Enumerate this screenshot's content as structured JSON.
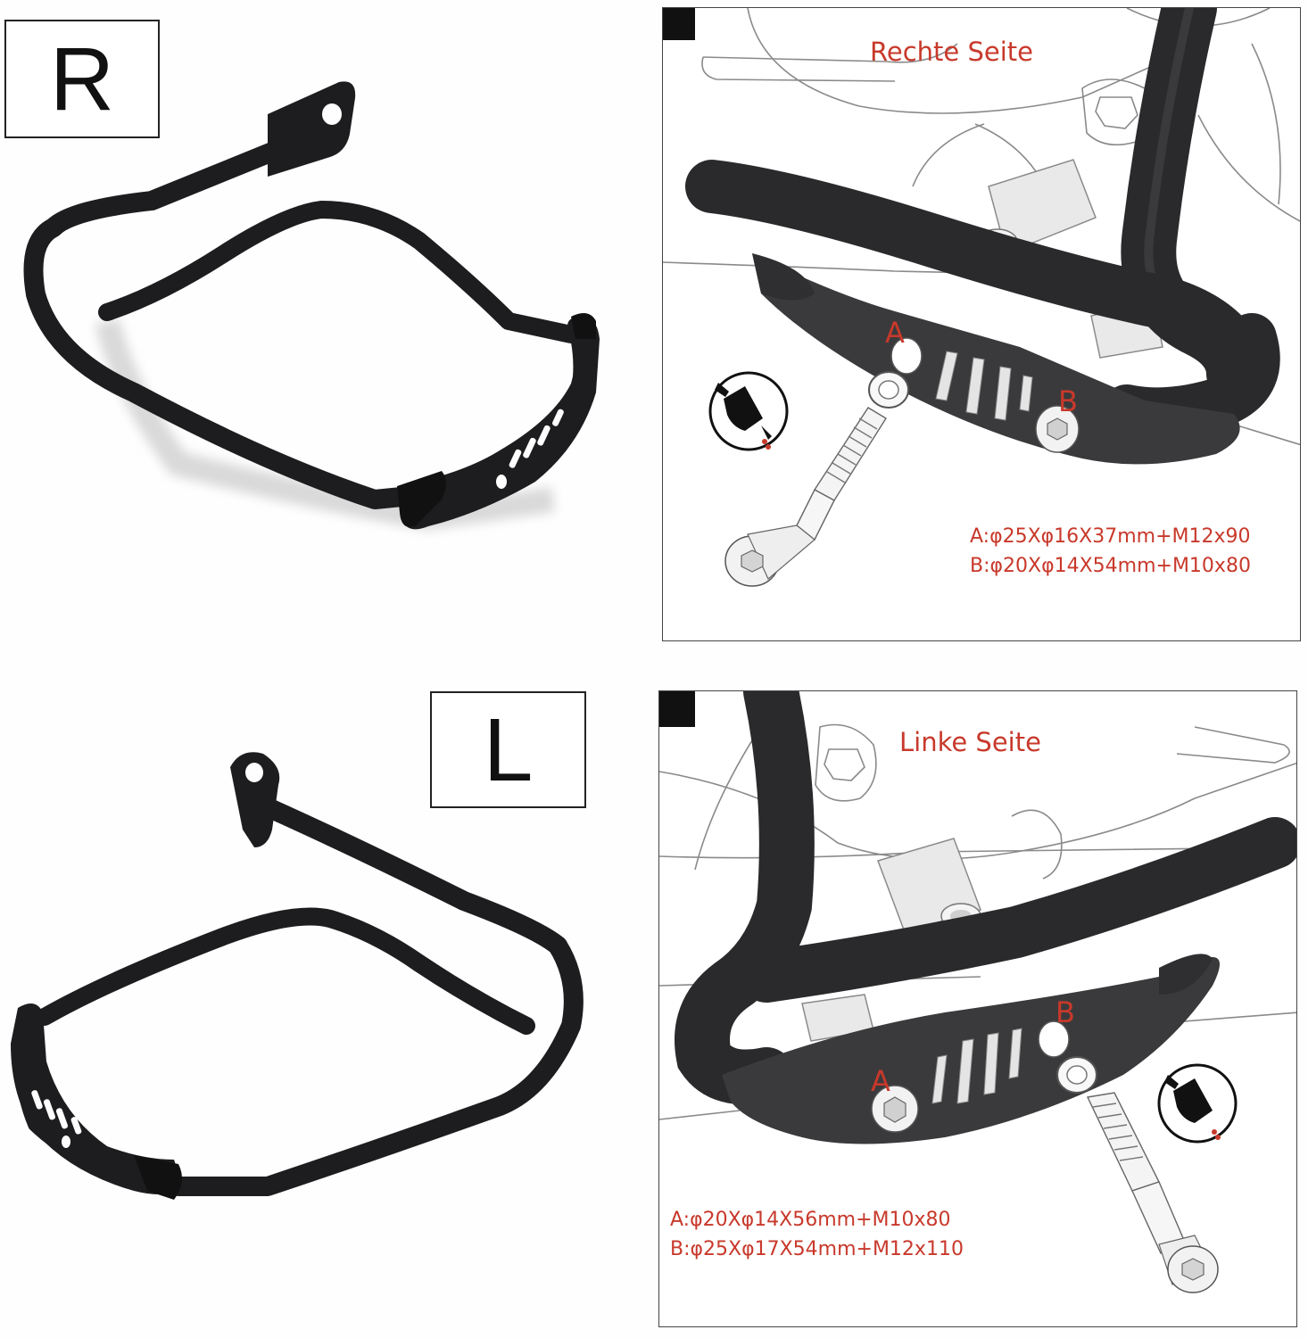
{
  "right_section": {
    "badge": "R",
    "panel_title": "Rechte Seite",
    "hole_a": "A",
    "hole_b": "B",
    "spec_a": "A:φ25Xφ16X37mm+M12x90",
    "spec_b": "B:φ20Xφ14X54mm+M10x80"
  },
  "left_section": {
    "badge": "L",
    "panel_title": "Linke Seite",
    "hole_a": "A",
    "hole_b": "B",
    "spec_a": "A:φ20Xφ14X56mm+M10x80",
    "spec_b": "B:φ25Xφ17X54mm+M12x110"
  },
  "icons": {
    "thread_locker": "thread-locker-glue-icon"
  },
  "colors": {
    "label_red": "#c8392b",
    "bar_black": "#1b1b1d",
    "sketch_line": "#777777"
  }
}
